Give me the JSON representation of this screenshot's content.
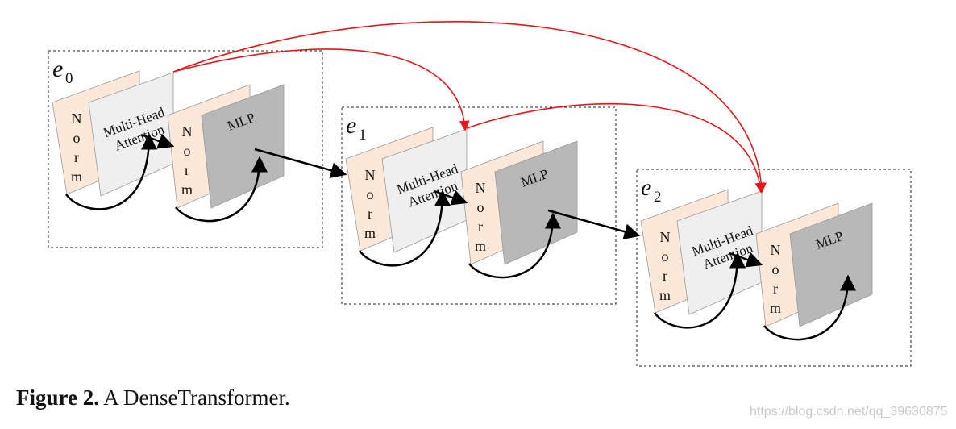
{
  "blocks": [
    {
      "id": "e0",
      "name": "e",
      "sub": "0",
      "norm1": "N o r m",
      "attention": [
        "Multi-Head",
        "Attention"
      ],
      "norm2": "N o r m",
      "mlp": "MLP"
    },
    {
      "id": "e1",
      "name": "e",
      "sub": "1",
      "norm1": "N o r m",
      "attention": [
        "Multi-Head",
        "Attention"
      ],
      "norm2": "N o r m",
      "mlp": "MLP"
    },
    {
      "id": "e2",
      "name": "e",
      "sub": "2",
      "norm1": "N o r m",
      "attention": [
        "Multi-Head",
        "Attention"
      ],
      "norm2": "N o r m",
      "mlp": "MLP"
    }
  ],
  "caption": {
    "label": "Figure 2.",
    "text": "A DenseTransformer."
  },
  "watermark": "https://blog.csdn.net/qq_39630875",
  "colors": {
    "norm": "#fce8d8",
    "attention": "#efefef",
    "mlp": "#b8b8b8",
    "dense_arrow": "#e8161b",
    "arrow": "#000000"
  }
}
